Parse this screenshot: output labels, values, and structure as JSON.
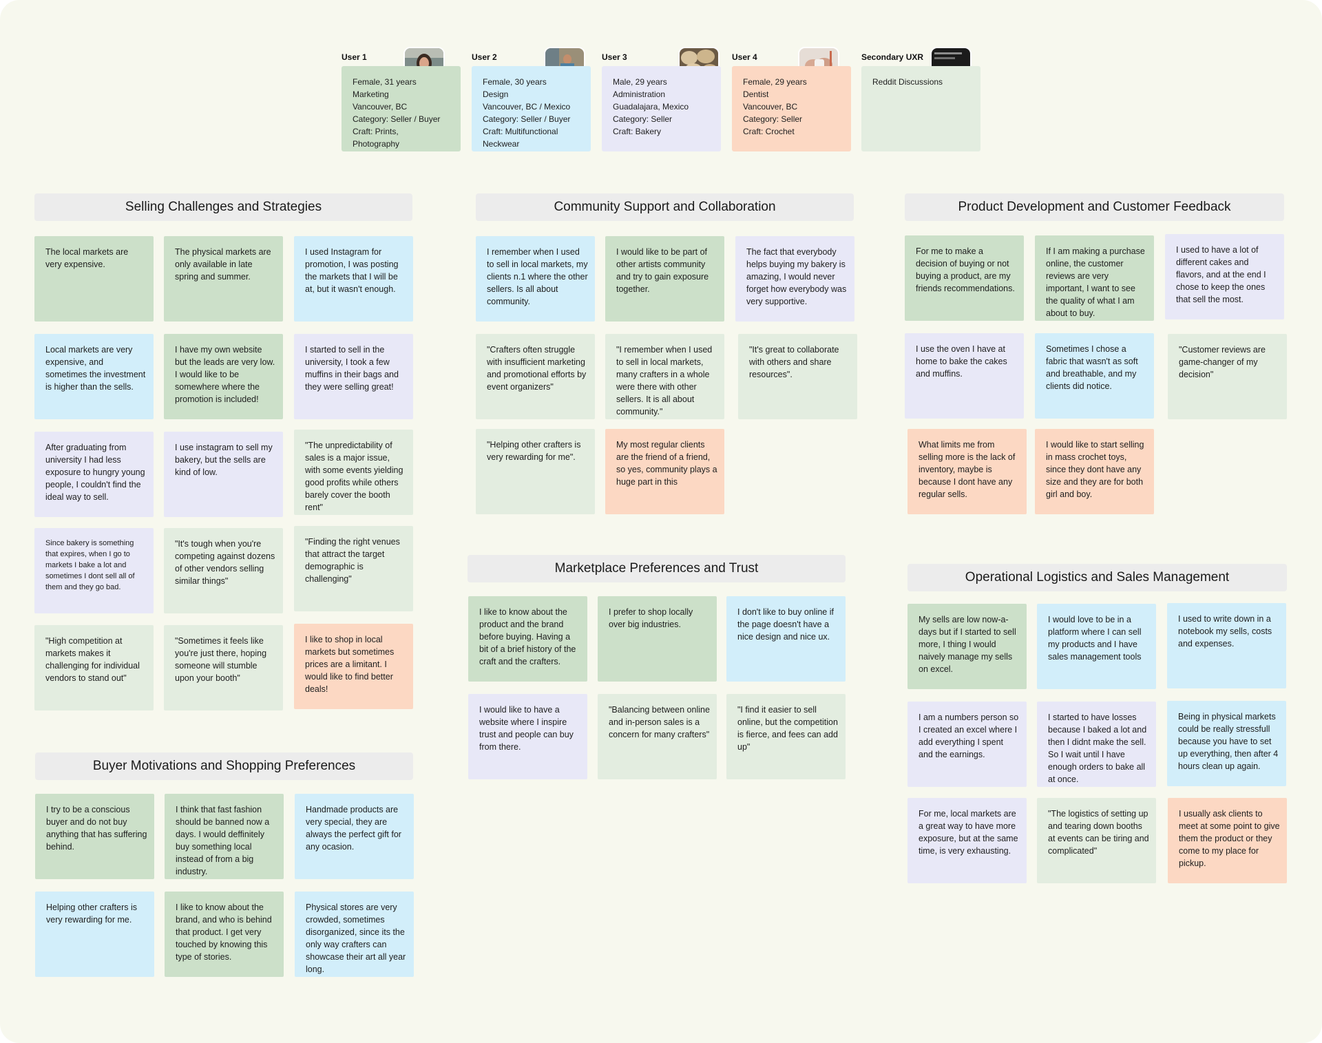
{
  "users": [
    {
      "label": "User 1",
      "lines": [
        "Female, 31 years",
        "Marketing",
        "Vancouver, BC",
        "Category: Seller / Buyer",
        "Craft: Prints,",
        "Photography"
      ],
      "color": "#cce0c9",
      "avatar": "woman-portrait-photo"
    },
    {
      "label": "User 2",
      "lines": [
        "Female, 30 years",
        "Design",
        "Vancouver, BC / Mexico",
        "Category: Seller / Buyer",
        "Craft: Multifunctional",
        "Neckwear"
      ],
      "color": "#d2eefa",
      "avatar": "woman-seated-photo"
    },
    {
      "label": "User 3",
      "lines": [
        "Male, 29 years",
        "Administration",
        "Guadalajara, Mexico",
        "Category: Seller",
        "Craft: Bakery"
      ],
      "color": "#e8e8f7",
      "avatar": "bread-rolls-photo"
    },
    {
      "label": "User 4",
      "lines": [
        "Female, 29 years",
        "Dentist",
        "Vancouver, BC",
        "Category: Seller",
        "Craft: Crochet"
      ],
      "color": "#fcd8c3",
      "avatar": "crochet-hands-photo"
    },
    {
      "label": "Secondary UXR",
      "lines": [
        "Reddit Discussions"
      ],
      "color": "#e3ede0",
      "avatar": "reddit-screenshot"
    }
  ],
  "sections": [
    {
      "title": "Selling Challenges and Strategies",
      "notes": [
        "The local markets are very expensive.",
        "The physical markets are only available in late spring and summer.",
        "I used Instagram for promotion, I was posting the markets that I will be at, but it wasn't enough.",
        "Local markets are very expensive, and sometimes the investment is higher than the sells.",
        "I have my own website but the leads are very low. I would like to be somewhere where the promotion is included!",
        "I started to sell in the university, I took a few muffins in their bags and they were selling great!",
        "After graduating from university I had less exposure to hungry young people, I couldn't find the ideal way to sell.",
        "I use instagram to sell my bakery, but the sells are kind of low.",
        "\"The unpredictability of sales is a major issue, with some events yielding good profits while others barely cover the booth rent\"",
        "Since bakery is something that expires, when I go to markets I bake a lot and sometimes I dont sell all of them and they go bad.",
        "\"It's tough when you're competing against dozens of other vendors selling similar things\"",
        "\"Finding the right venues that attract the target demographic is challenging\"",
        "\"High competition at markets makes it challenging for individual vendors to stand out\"",
        "\"Sometimes it feels like you're just there, hoping someone will stumble upon your booth\"",
        "I like to shop in local markets but sometimes prices are a limitant. I would like to find better deals!"
      ]
    },
    {
      "title": "Buyer Motivations and Shopping Preferences",
      "notes": [
        "I try to be a conscious buyer and do not buy anything that has suffering behind.",
        "I think that fast fashion should be banned now a days. I would deffinitely buy something local instead of from a big industry.",
        "Handmade products are very special, they are always the perfect gift for any ocasion.",
        "Helping other crafters is very rewarding for me.",
        "I like to know about the brand, and who is behind that product. I get very touched by knowing this type of stories.",
        "Physical stores are very crowded, sometimes disorganized, since its the only way crafters can showcase their art all year long."
      ]
    },
    {
      "title": "Community Support and Collaboration",
      "notes": [
        "I remember when I used to sell in local markets, my clients n.1 where the other sellers. Is all about community.",
        "I would like to be part of other artists community and try to gain exposure together.",
        "The fact that everybody helps buying my bakery is amazing, I would never forget how everybody was very supportive.",
        "\"Crafters often struggle with insufficient marketing and promotional efforts by event organizers\"",
        "\"I remember when I used to sell in local markets, many crafters in a whole were there with other sellers. It is all about community.\"",
        "\"It's great to collaborate with others and share resources\".",
        "\"Helping other crafters is very rewarding for me\".",
        "My most regular clients are the friend of a friend, so yes, community plays a huge part in this"
      ]
    },
    {
      "title": "Marketplace Preferences and Trust",
      "notes": [
        "I like to know about the product and the brand before buying. Having a bit of a brief history of the craft and the crafters.",
        "I prefer to shop locally over big industries.",
        "I don't like to buy online if the page doesn't have a nice design and nice ux.",
        "I would like to have a website where I inspire trust and people can buy from there.",
        "\"Balancing between online and in-person sales is a concern for many crafters\"",
        "\"I find it easier to sell online, but the competition is fierce, and fees can add up\""
      ]
    },
    {
      "title": "Product Development and Customer Feedback",
      "notes": [
        "For me to make a decision of buying or not buying a product, are my friends recommendations.",
        "If I am making a purchase online, the customer reviews are very important, I want to see the quality of what I am about to buy.",
        "I used to have a lot of different cakes and flavors, and at the end I chose to keep the ones that sell the most.",
        "I use the oven I have at home to bake the cakes and muffins.",
        "Sometimes I chose a fabric that wasn't as soft and breathable, and my clients did notice.",
        "\"Customer reviews are game-changer of my decision\"",
        "What limits me from selling more is the lack of inventory, maybe is because I dont have any regular sells.",
        "I would like to start selling in mass crochet toys, since they dont have any size and they are for both girl and boy."
      ]
    },
    {
      "title": "Operational Logistics and Sales Management",
      "notes": [
        "My sells are low now-a-days but if I started to sell more, I thing I would naively manage my sells on excel.",
        "I would love to be in a platform where I can sell my products and I have sales management tools",
        "I used to write down in a notebook my sells, costs and expenses.",
        "I am a numbers person so I created an excel where I add everything I spent and the earnings.",
        "I started to have losses because I baked a lot and then I didnt make the sell. So I wait until I have enough orders to bake all at once.",
        "Being in physical markets could be really stressfull because you have to set up everything, then after 4 hours clean up again.",
        "For me, local markets are a great way to have more exposure, but at the same time, is very exhausting.",
        "\"The logistics of setting up and tearing down booths at events can be tiring and complicated\"",
        "I usually ask clients to meet at some point to give them the product or they come to my place for pickup."
      ]
    }
  ]
}
